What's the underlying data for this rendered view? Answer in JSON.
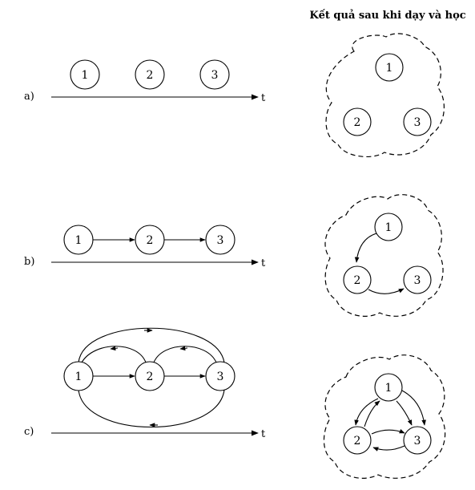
{
  "header": {
    "title": "Kết quả sau khi dạy và học"
  },
  "rows": [
    {
      "label": "a)",
      "axis_label": "t",
      "nodes": [
        "1",
        "2",
        "3"
      ],
      "result_nodes": [
        "1",
        "2",
        "3"
      ]
    },
    {
      "label": "b)",
      "axis_label": "t",
      "nodes": [
        "1",
        "2",
        "3"
      ],
      "result_nodes": [
        "1",
        "2",
        "3"
      ]
    },
    {
      "label": "c)",
      "axis_label": "t",
      "nodes": [
        "1",
        "2",
        "3"
      ],
      "result_nodes": [
        "1",
        "2",
        "3"
      ]
    }
  ]
}
